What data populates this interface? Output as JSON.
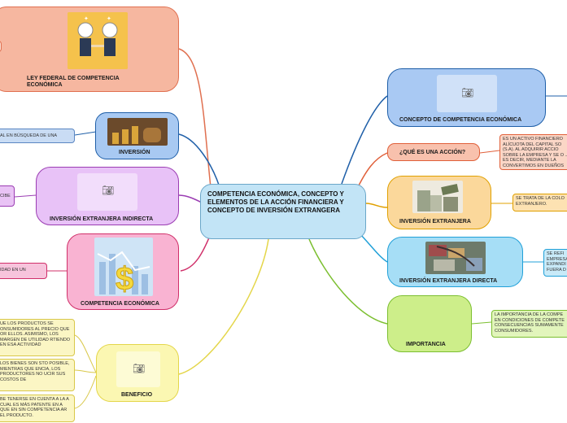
{
  "central": {
    "title": "COMPETENCIA ECONÓMICA, CONCEPTO Y ELEMENTOS DE LA ACCIÓN FINANCIERA Y CONCEPTO DE INVERSIÓN EXTRANGERA"
  },
  "left": {
    "ley": {
      "label": "LEY FEDERAL DE COMPETENCIA ECONÓMICA"
    },
    "inversion": {
      "label": "INVERSIÓN",
      "note": "AL EN BÚSQUEDA DE UNA"
    },
    "indirecta": {
      "label": "INVERSIÓN EXTRANJERA INDIRECTA",
      "note": "CIBE"
    },
    "competencia": {
      "label": "COMPETENCIA ECONÓMICA",
      "note": "IDAD EN UN"
    },
    "beneficio": {
      "label": "BENEFICIO",
      "notes": [
        "UE LOS PRODUCTOS SE ONSUMIDORES AL PRECIO QUE OR ELLOS. ASIMISMO, LOS MARGEN DE UTILIDAD RTIENDO EN ESA ACTIVIDAD",
        "LOS BIENES SON STO POSIBLE, MIENTRAS QUE ENCIA, LOS PRODUCTORES NO UCIR SUS COSTOS DE",
        "BE TENERSE EN CUENTA A LA A CUAL ES MÁS PATENTE EN A QUE EN SIN COMPETENCIA AR EL PRODUCTO."
      ]
    }
  },
  "right": {
    "concepto": {
      "label": "CONCEPTO DE COMPETENCIA ECONÓMICA"
    },
    "accion": {
      "label": "¿QUÉ ES UNA ACCIÓN?",
      "note": "ES UN ACTIVO FINANCIERO ALÍCUOTA DEL CAPITAL SO (S.A). AL ADQUIRIR ACCIO SOBRE LA EMPRESA Y SE O ... ES DECIR, MEDIANTE LA CONVERTIMOS EN DUEÑOS"
    },
    "extranjera": {
      "label": "INVERSIÓN EXTRANJERA",
      "note": "SE TRATA DE LA COLO EXTRANJERO."
    },
    "directa": {
      "label": "INVERSIÓN EXTRANJERA DIRECTA",
      "note": "SE REFI EMPRESA EXPANDI FUERA D"
    },
    "importancia": {
      "label": "IMPORTANCIA",
      "note": "LA IMPORTANCIA DE LA COMPE EN CONDICIONES DE COMPETE CONSECUENCIAS SUMAMENTE CONSUMIDORES."
    }
  },
  "icons": {
    "camera": "camera-icon"
  }
}
